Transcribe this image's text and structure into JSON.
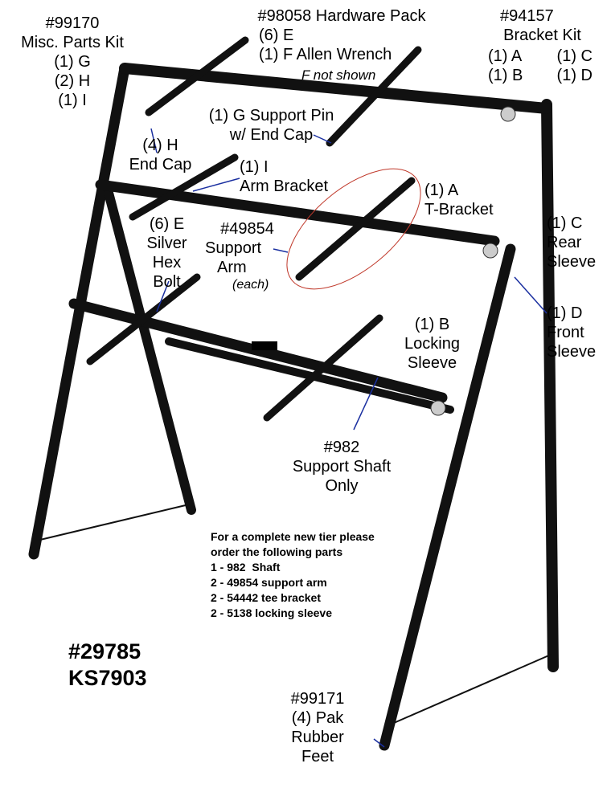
{
  "labels": {
    "misc_kit": [
      "#99170",
      "Misc. Parts Kit",
      "(1) G",
      "(2) H",
      "(1) I"
    ],
    "hardware_pack": [
      "#98058 Hardware Pack",
      "(6) E",
      "(1) F Allen Wrench"
    ],
    "f_not_shown": "F not shown",
    "bracket_kit": [
      "#94157",
      "Bracket Kit"
    ],
    "bracket_items": [
      "(1) A",
      "(1) C",
      "(1) B",
      "(1) D"
    ],
    "support_pin": [
      "(1) G Support Pin",
      "w/ End Cap"
    ],
    "end_cap": [
      "(4) H",
      "End Cap"
    ],
    "arm_bracket": [
      "(1) I",
      "Arm Bracket"
    ],
    "t_bracket": [
      "(1) A",
      "T-Bracket"
    ],
    "rear_sleeve": [
      "(1) C",
      "Rear",
      "Sleeve"
    ],
    "support_arm": [
      "#49854",
      "Support",
      "Arm"
    ],
    "each": "(each)",
    "hex_bolt": [
      "(6) E",
      "Silver",
      "Hex",
      "Bolt"
    ],
    "front_sleeve": [
      "(1) D",
      "Front",
      "Sleeve"
    ],
    "locking_sleeve": [
      "(1) B",
      "Locking",
      "Sleeve"
    ],
    "support_shaft": [
      "#982",
      "Support Shaft",
      "Only"
    ],
    "rubber_feet": [
      "#99171",
      "(4) Pak",
      "Rubber",
      "Feet"
    ]
  },
  "note": [
    "For a complete new tier please",
    "order the following parts",
    "1 - 982  Shaft",
    "2 - 49854 support arm",
    "2 - 54442 tee bracket",
    "2 - 5138 locking sleeve"
  ],
  "model": [
    "#29785",
    "KS7903"
  ],
  "colors": {
    "frame": "#111111",
    "pointer": "#1a2fa0",
    "highlight": "#c0392b"
  }
}
